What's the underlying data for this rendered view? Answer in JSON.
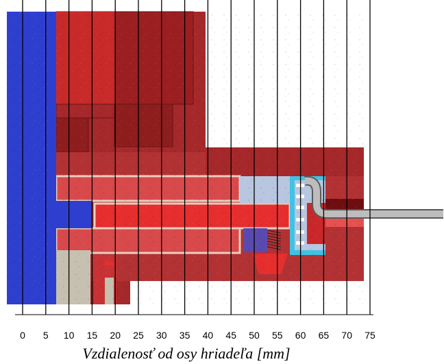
{
  "figure": {
    "axis_title": "Vzdialenosť od osy hriadeľa [mm]",
    "x_ticks": [
      "0",
      "5",
      "10",
      "15",
      "20",
      "25",
      "30",
      "35",
      "40",
      "45",
      "50",
      "55",
      "60",
      "65",
      "70",
      "75"
    ],
    "x_unit": "mm",
    "colors": {
      "shaft": "#2e3fcf",
      "housing_dark": "#8e1d1e",
      "housing_mid": "#b23234",
      "part_red": "#d8494b",
      "part_bright": "#e62e2e",
      "insulation": "#c6c0b0",
      "seal_blue": "#3fc2e4",
      "light_blue": "#b8c6e0",
      "rod_gray": "#bdbdbd",
      "grid": "#000000"
    }
  }
}
